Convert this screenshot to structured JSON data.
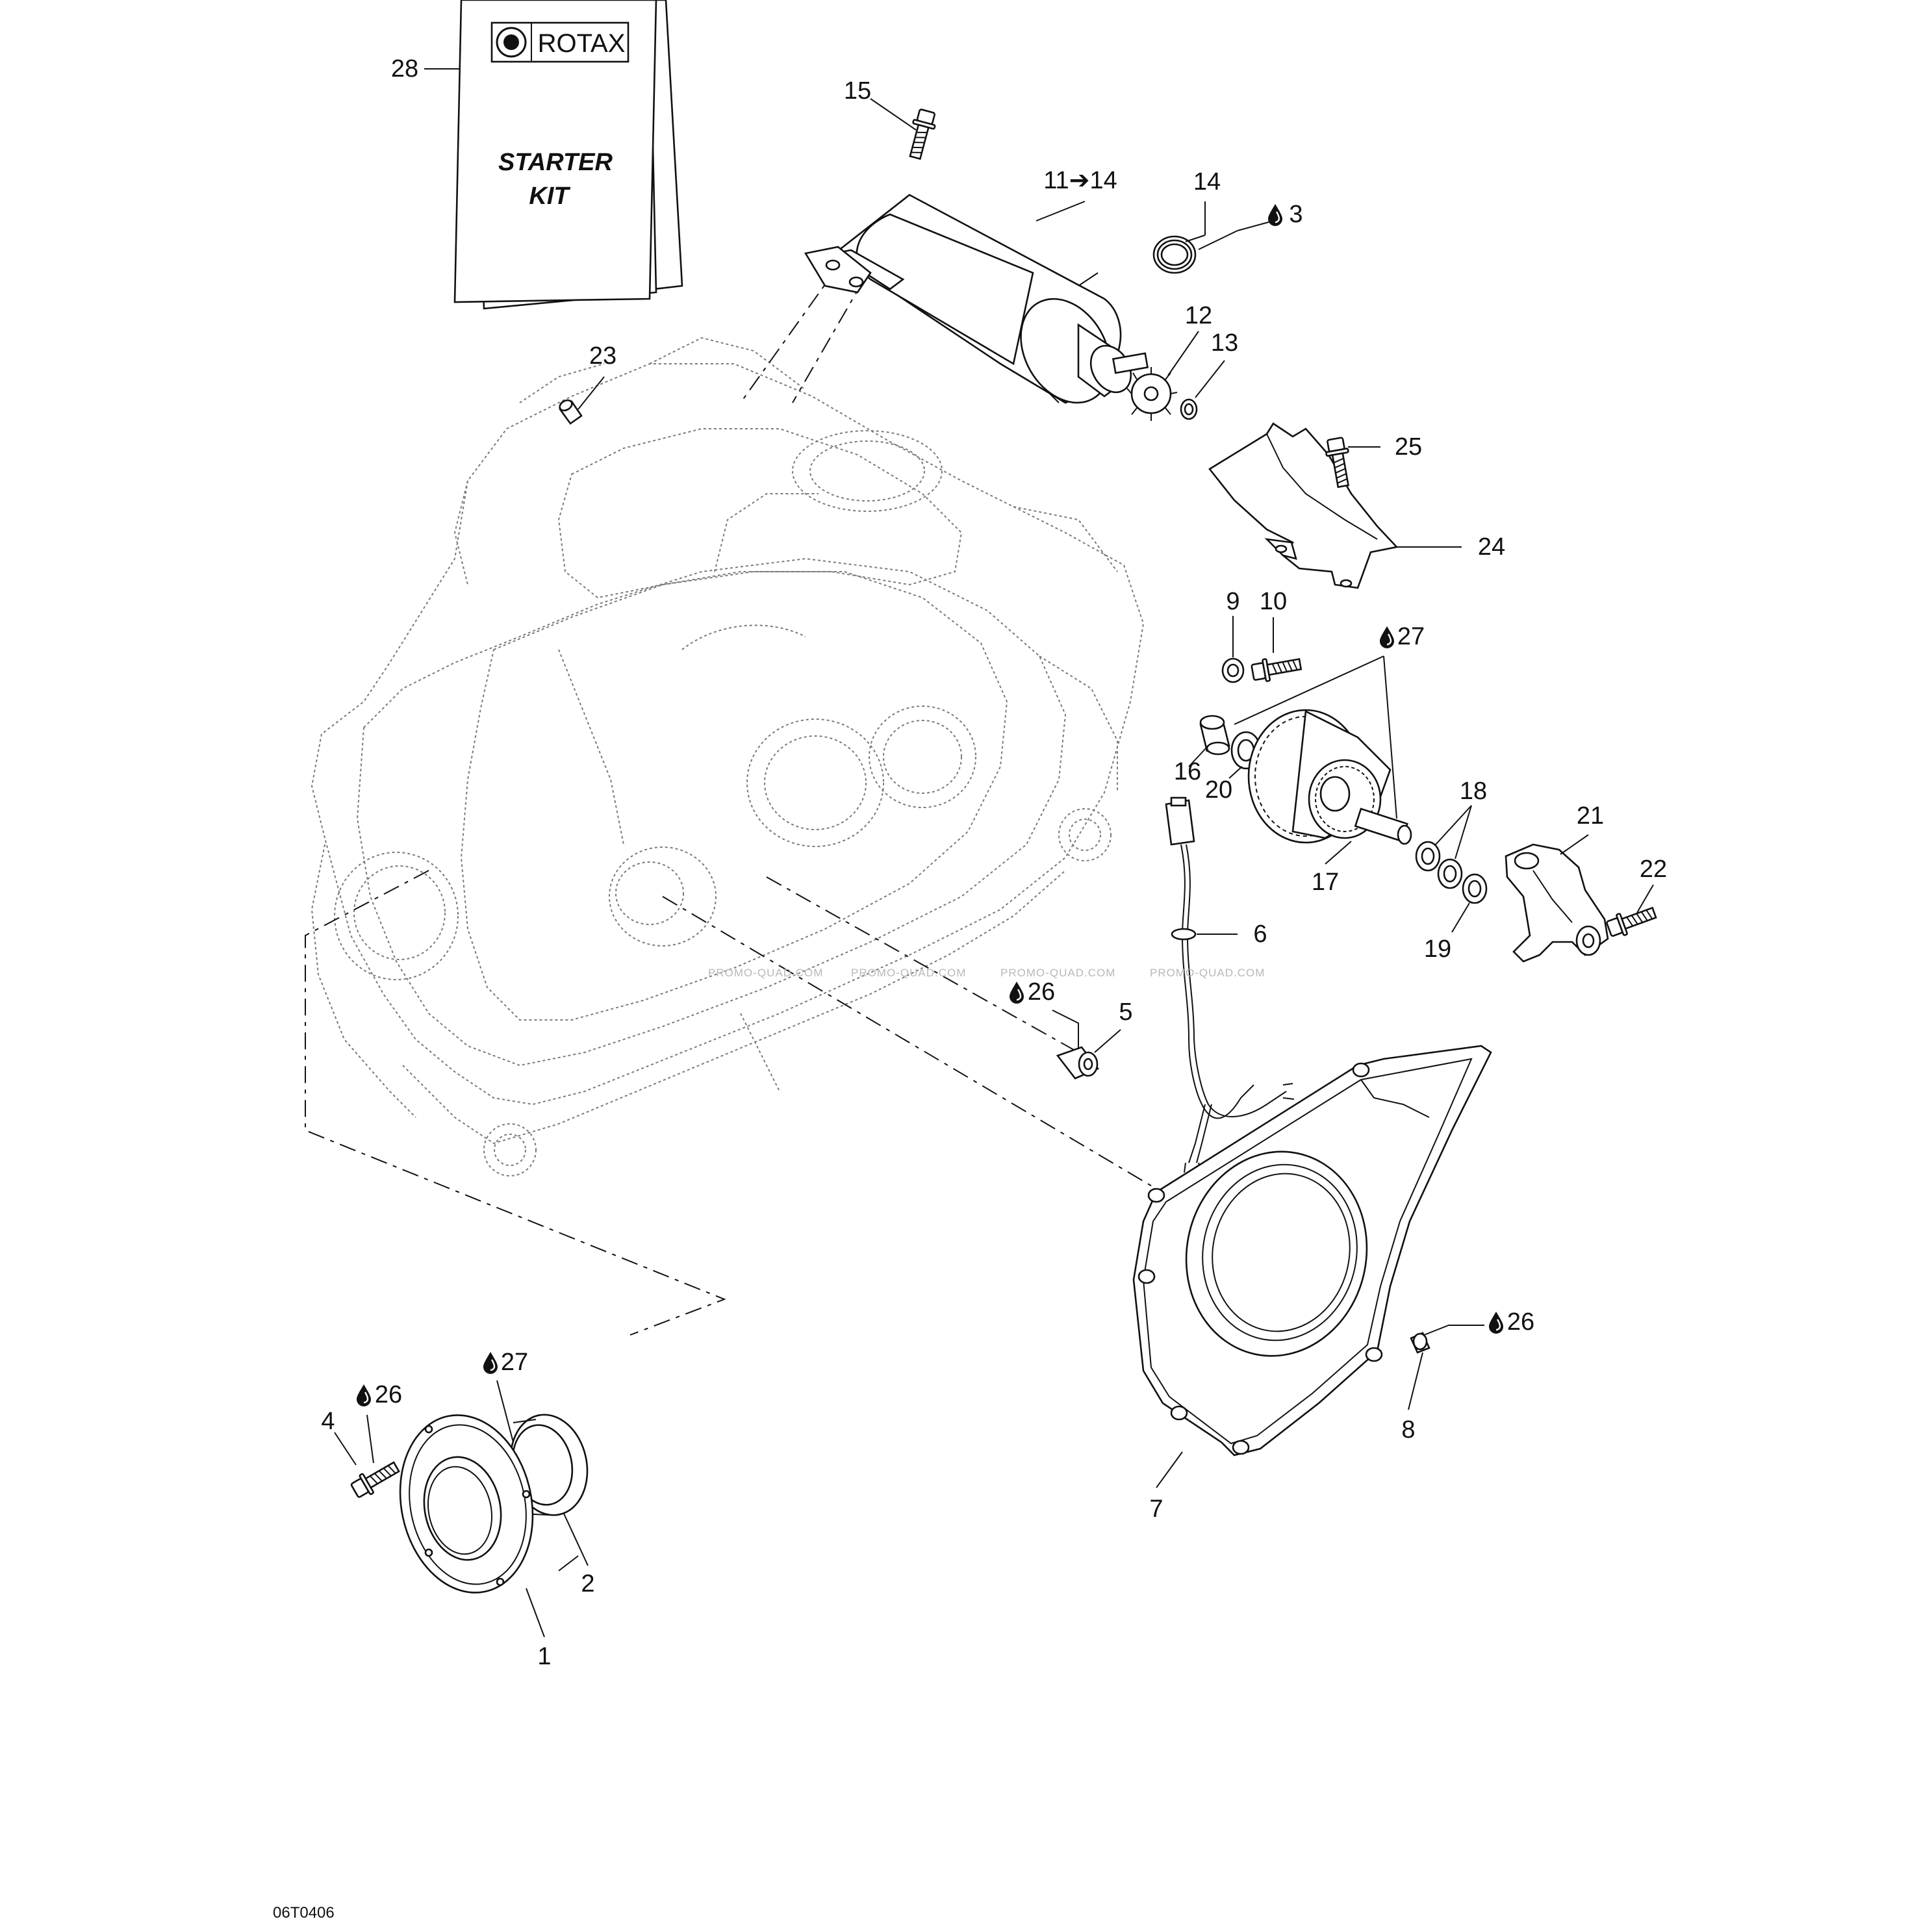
{
  "kit": {
    "brand": "ROTAX",
    "title_line1": "STARTER",
    "title_line2": "KIT"
  },
  "labels": {
    "n1": "1",
    "n2": "2",
    "n4": "4",
    "n5": "5",
    "n6": "6",
    "n7": "7",
    "n8": "8",
    "n9": "9",
    "n10": "10",
    "n11_14": "11➔14",
    "n12": "12",
    "n13": "13",
    "n14": "14",
    "n15": "15",
    "n16": "16",
    "n17": "17",
    "n18": "18",
    "n19": "19",
    "n20": "20",
    "n21": "21",
    "n22": "22",
    "n23": "23",
    "n24": "24",
    "n25": "25",
    "n28": "28",
    "lube3": "3",
    "lube26": "26",
    "lube27": "27"
  },
  "watermark": "PROMO-QUAD.COM",
  "figure_code": "06T0406"
}
